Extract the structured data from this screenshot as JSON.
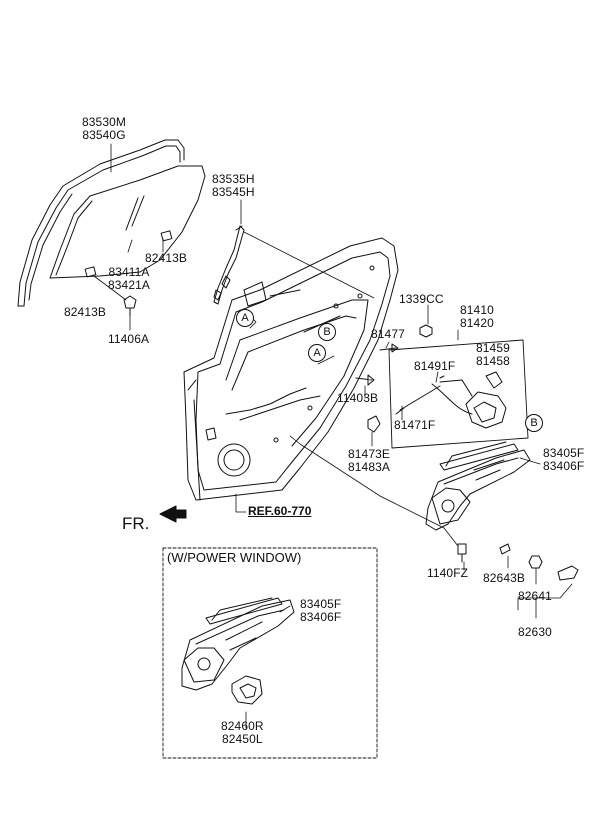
{
  "labels": {
    "glass_top": [
      "83530M",
      "83540G"
    ],
    "channel": [
      "83535H",
      "83545H"
    ],
    "glass": [
      "83411A",
      "83421A"
    ],
    "clip_right": "82413B",
    "clip_left": "82413B",
    "bolt_glass": "11406A",
    "nut_1339": "1339CC",
    "module": [
      "81410",
      "81420"
    ],
    "bolt_81477": "81477",
    "cable": "81491F",
    "latch": [
      "81459",
      "81458"
    ],
    "bolt_11403": "11403B",
    "rod": "81471F",
    "stopper": [
      "81473E",
      "81483A"
    ],
    "regulator": [
      "83405F",
      "83406F"
    ],
    "bolt_1140": "1140FZ",
    "grommet": "82643B",
    "handle_part": "82641",
    "handle": "82630",
    "power_regulator": [
      "83405F",
      "83406F"
    ],
    "motor": [
      "82460R",
      "82450L"
    ]
  },
  "callouts": {
    "a1": "A",
    "a2": "A",
    "b1": "B",
    "b2": "B"
  },
  "reference": "REF.60-770",
  "direction": "FR.",
  "power_window_box": {
    "title": "(W/POWER WINDOW)"
  }
}
